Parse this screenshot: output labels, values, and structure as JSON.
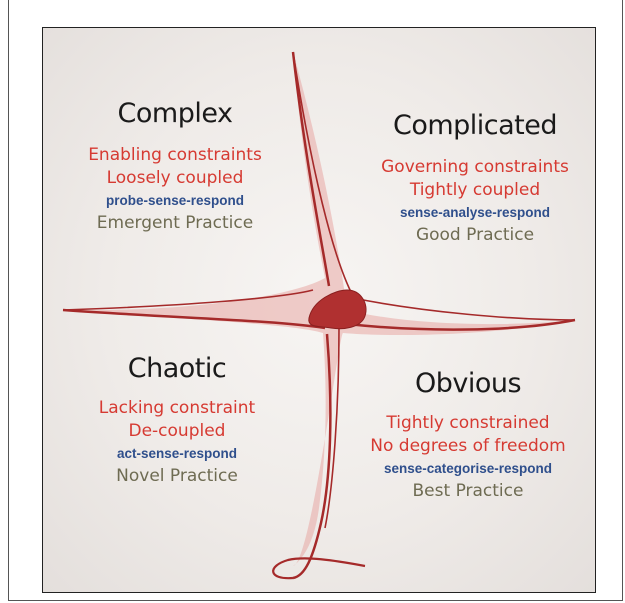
{
  "domains": {
    "complex": {
      "title": "Complex",
      "constraint": "Enabling constraints",
      "coupling": "Loosely coupled",
      "approach": "probe-sense-respond",
      "practice": "Emergent Practice"
    },
    "complicated": {
      "title": "Complicated",
      "constraint": "Governing constraints",
      "coupling": "Tightly coupled",
      "approach": "sense-analyse-respond",
      "practice": "Good Practice"
    },
    "chaotic": {
      "title": "Chaotic",
      "constraint": "Lacking constraint",
      "coupling": "De-coupled",
      "approach": "act-sense-respond",
      "practice": "Novel Practice"
    },
    "obvious": {
      "title": "Obvious",
      "constraint": "Tightly constrained",
      "coupling": "No degrees of freedom",
      "approach": "sense-categorise-respond",
      "practice": "Best Practice"
    }
  },
  "colors": {
    "boundary": "#a52a2a",
    "boundary_fill": "#d97a78",
    "center": "#b03030",
    "constraint_text": "#d63a32",
    "approach_text": "#2f4f8c",
    "practice_text": "#6e6b52",
    "title_text": "#1a1a1a"
  }
}
